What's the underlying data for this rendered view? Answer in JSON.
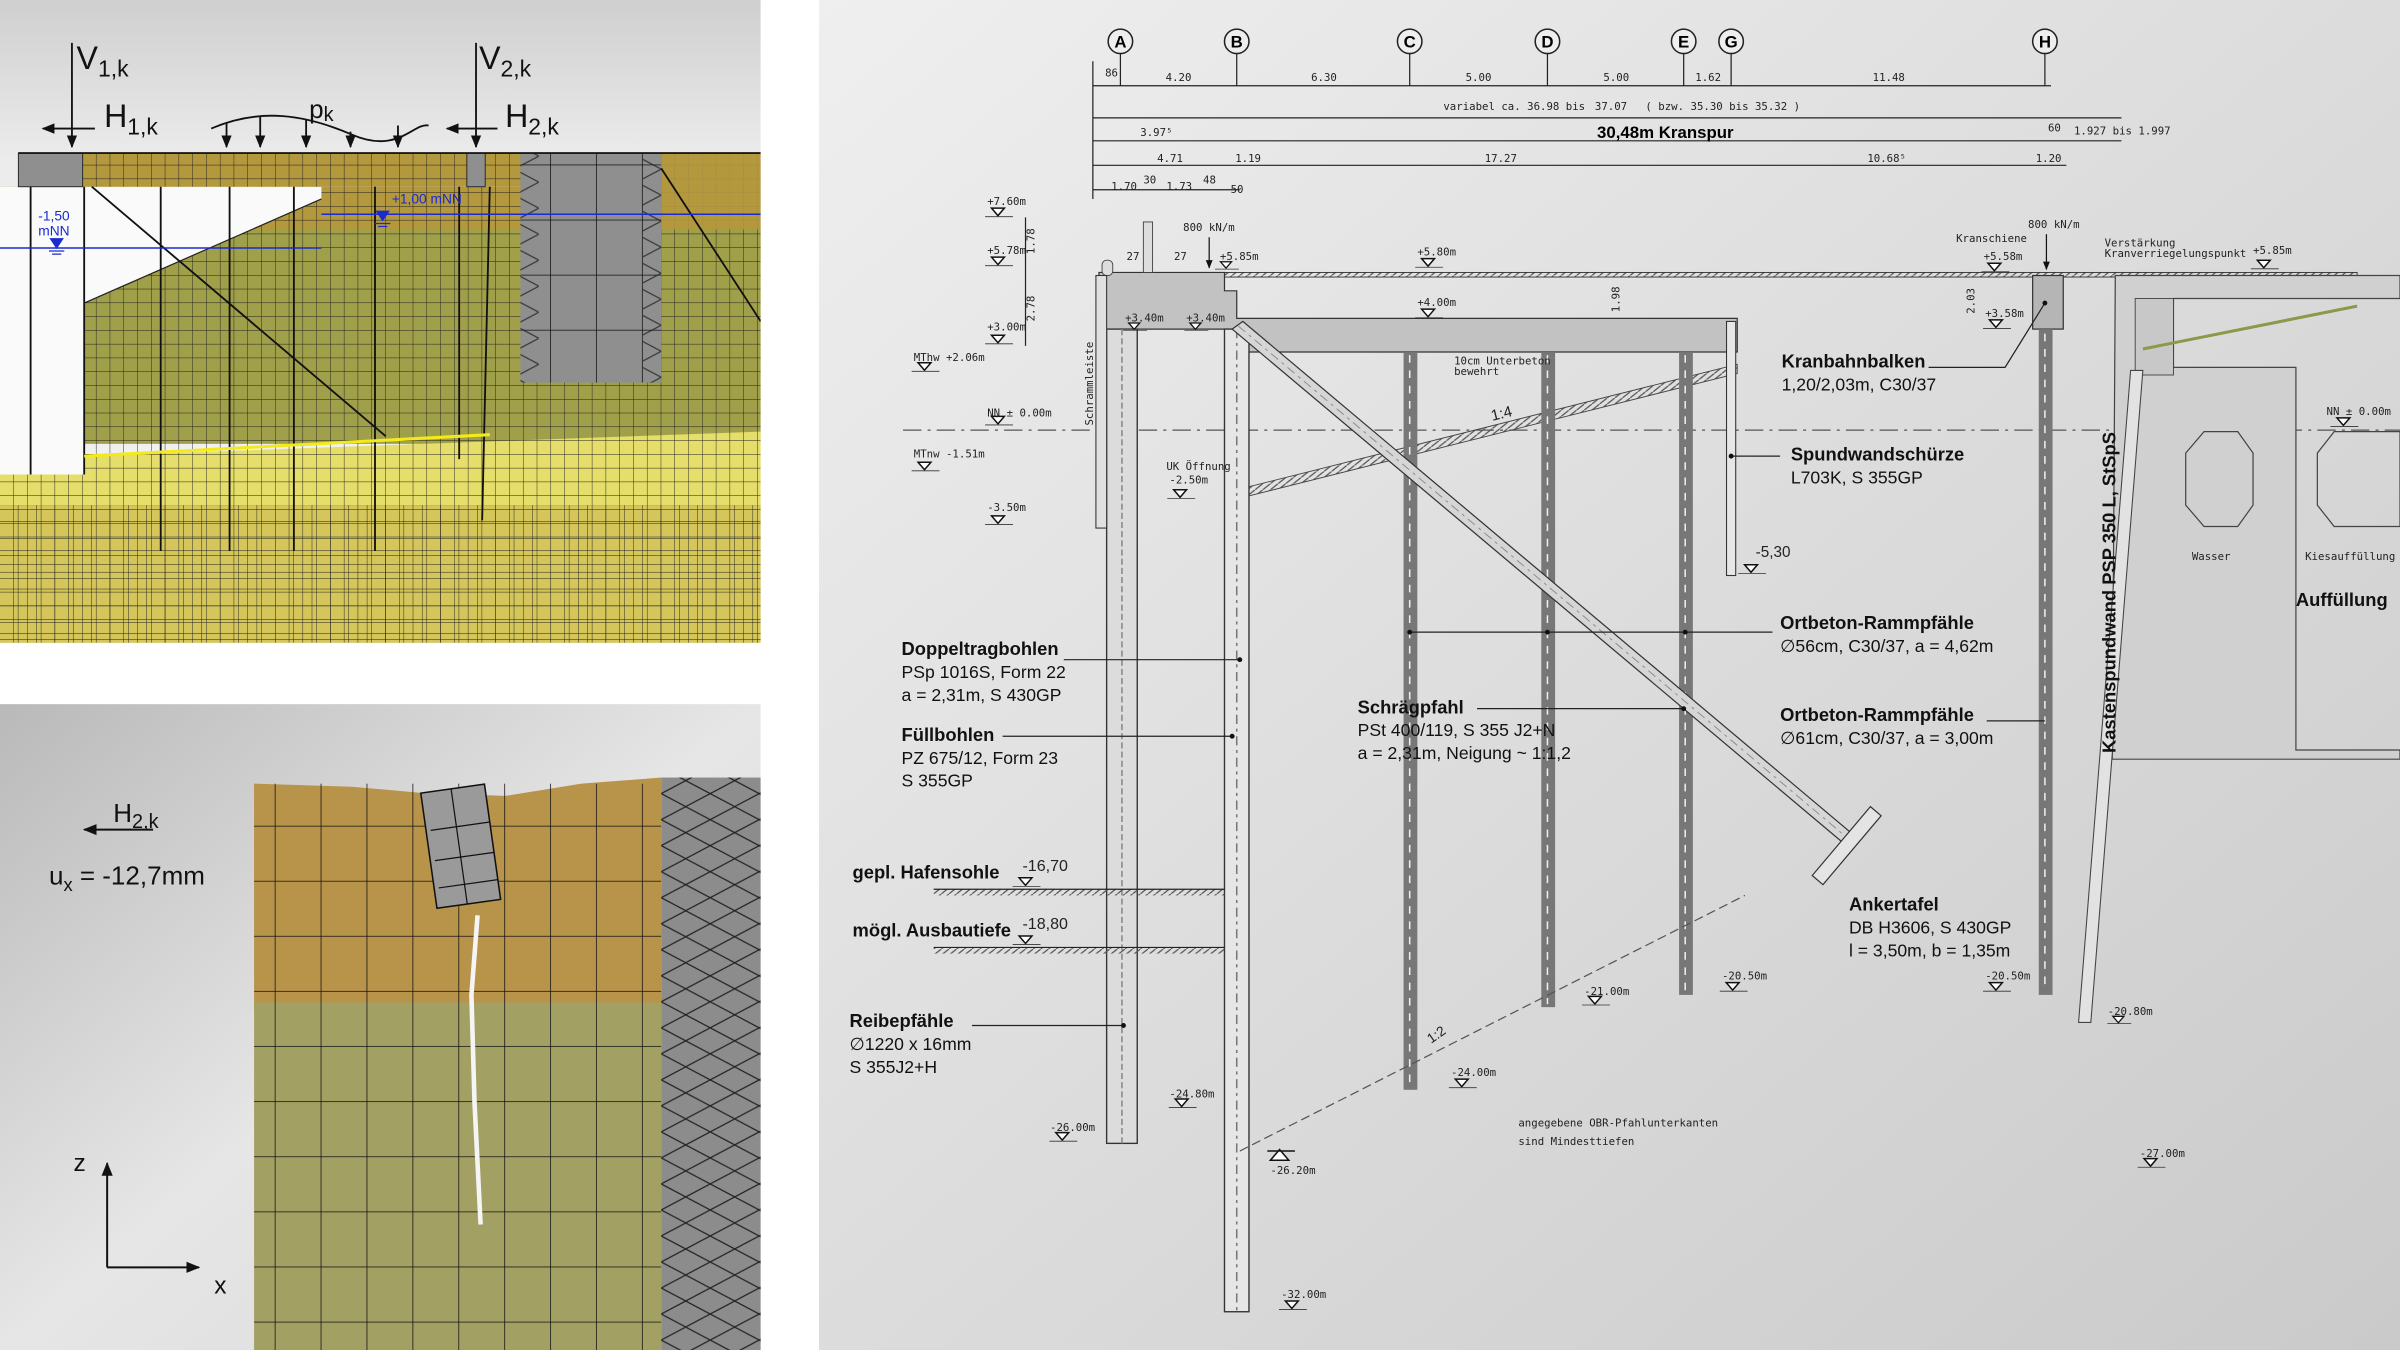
{
  "fe_model": {
    "loads": {
      "v1": {
        "base": "V",
        "sub": "1,k"
      },
      "h1": {
        "base": "H",
        "sub": "1,k"
      },
      "p": {
        "base": "p",
        "sub": "k"
      },
      "v2": {
        "base": "V",
        "sub": "2,k"
      },
      "h2": {
        "base": "H",
        "sub": "2,k"
      }
    },
    "water_left": [
      "-1,50",
      "mNN"
    ],
    "water_right": "+1,00 mNN",
    "colors": {
      "olive": "#b3983e",
      "green": "#a1a04a",
      "yellow": "#e6de6a",
      "gray": "#8f8f8f",
      "water": "#1a2bd0"
    }
  },
  "detail": {
    "load": {
      "base": "H",
      "sub": "2,k"
    },
    "displacement": {
      "base": "u",
      "sub": "x",
      "value": " = -12,7mm"
    },
    "axis_z": "z",
    "axis_x": "x"
  },
  "section": {
    "axes": [
      "A",
      "B",
      "C",
      "D",
      "E",
      "G",
      "H"
    ],
    "dims_axes": [
      "86",
      "4.20",
      "6.30",
      "5.00",
      "5.00",
      "1.62",
      "11.48"
    ],
    "dims_variable": [
      "variabel ca. 36.98 bis",
      "37.07",
      "( bzw. 35.30 bis 35.32 )"
    ],
    "dims_kranspur": [
      "3.97⁵",
      "30,48m Kranspur",
      "60",
      "1.927 bis 1.997"
    ],
    "dims_row4": [
      "4.71",
      "1.19",
      "17.27",
      "10.68⁵",
      "1.20"
    ],
    "dims_row5": [
      "1.70",
      "30",
      "1.73",
      "48",
      "50"
    ],
    "vertical_dims": [
      "1.78",
      "2.78",
      "1.98",
      "2.03"
    ],
    "small_dims": [
      "27",
      "27"
    ],
    "levels": {
      "l760": "+7.60m",
      "l578": "+5.78m",
      "l300": "+3.00m",
      "mthw": "MThw +2.06m",
      "nn_left": "NN ± 0.00m",
      "mtnw": "MTnw -1.51m",
      "l350": "-3.50m",
      "l340a": "+3.40m",
      "l340b": "+3.40m",
      "l585a": "+5.85m",
      "l580": "+5.80m",
      "l400": "+4.00m",
      "uk_label": "UK Öffnung",
      "uk": "-2.50m",
      "l530": "-5,30",
      "l558": "+5.58m",
      "l358": "+3.58m",
      "l585b": "+5.85m",
      "nn_right": "NN ± 0.00m",
      "l2480": "-24.80m",
      "l2600": "-26.00m",
      "l2620": "-26.20m",
      "l3200": "-32.00m",
      "l2400": "-24.00m",
      "l2100": "-21.00m",
      "l2050a": "-20.50m",
      "l2050b": "-20.50m",
      "l2080": "-20.80m",
      "l2700": "-27.00m",
      "hafensohle": "-16,70",
      "ausbautiefe": "-18,80"
    },
    "loads": {
      "load_left": "800 kN/m",
      "load_right": "800 kN/m"
    },
    "small_notes": {
      "unterbeton": [
        "10cm Unterbeton",
        "bewehrt"
      ],
      "slope_14": "1:4",
      "slope_12": "1:2",
      "kranschiene": "Kranschiene",
      "verstaerkung": [
        "Verstärkung",
        "Kranverriegelungspunkt"
      ],
      "wasser": "Wasser",
      "kies": "Kiesauffüllung",
      "schrammleiste": "Schrammleiste",
      "note": [
        "angegebene OBR-Pfahlunterkanten",
        "sind Mindesttiefen"
      ]
    },
    "labels": {
      "hafensohle": "gepl. Hafensohle",
      "ausbautiefe": "mögl. Ausbautiefe",
      "auffuellung": "Auffüllung",
      "kastenspundwand": "Kastenspundwand PSP 350 L, StSpS"
    },
    "callouts": {
      "doppeltragbohlen": {
        "title": "Doppeltragbohlen",
        "lines": [
          "PSp 1016S, Form 22",
          "a = 2,31m, S 430GP"
        ]
      },
      "fuellbohlen": {
        "title": "Füllbohlen",
        "lines": [
          "PZ 675/12, Form 23",
          "S 355GP"
        ]
      },
      "reibepfaehle": {
        "title": "Reibepfähle",
        "lines": [
          "∅1220 x 16mm",
          "S 355J2+H"
        ]
      },
      "schraegpfahl": {
        "title": "Schrägpfahl",
        "lines": [
          "PSt 400/119, S 355 J2+N",
          "a = 2,31m, Neigung ~ 1:1,2"
        ]
      },
      "rammpfaehle56": {
        "title": "Ortbeton-Rammpfähle",
        "lines": [
          "∅56cm, C30/37, a = 4,62m"
        ]
      },
      "rammpfaehle61": {
        "title": "Ortbeton-Rammpfähle",
        "lines": [
          "∅61cm, C30/37, a = 3,00m"
        ]
      },
      "ankertafel": {
        "title": "Ankertafel",
        "lines": [
          "DB H3606, S 430GP",
          "l = 3,50m, b = 1,35m"
        ]
      },
      "kranbahnbalken": {
        "title": "Kranbahnbalken",
        "lines": [
          "1,20/2,03m, C30/37"
        ]
      },
      "spundwandschuerze": {
        "title": "Spundwandschürze",
        "lines": [
          "L703K,  S 355GP"
        ]
      }
    }
  }
}
